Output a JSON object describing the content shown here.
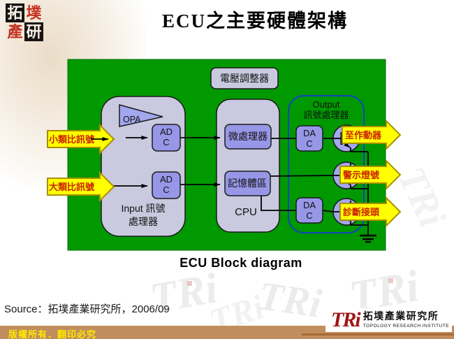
{
  "slide": {
    "title": "ECU之主要硬體架構",
    "caption": "ECU Block diagram",
    "source": "Source：拓墣產業研究所，2006/09",
    "copyright": "版權所有．翻印必究"
  },
  "corner_logo": {
    "chars": [
      "拓",
      "墣",
      "產",
      "研"
    ]
  },
  "diagram": {
    "voltage_regulator": "電壓調整器",
    "input_processor_line1": "Input 訊號",
    "input_processor_line2": "處理器",
    "opa_label": "OPA",
    "adc_line1": "AD",
    "adc_line2": "C",
    "dac_line1": "DA",
    "dac_line2": "C",
    "microprocessor": "微處理器",
    "memory": "記憶體區",
    "cpu_label": "CPU",
    "output_line1": "Output",
    "output_line2": "訊號處理器",
    "input_arrows": [
      "小類比訊號",
      "大類比訊號"
    ],
    "output_arrows": [
      "至作動器",
      "警示燈號",
      "診斷接頭"
    ]
  },
  "footer_logo": {
    "logotype": "TRi",
    "name_zh": "拓墣產業研究所",
    "name_en": "TOPOLOGY RESEARCH INSTITUTE"
  },
  "watermark": "TRi",
  "colors": {
    "diagram_green": "#009900",
    "panel_lavender": "#C9C9DF",
    "chip_purple": "#9797E8",
    "arrow_yellow": "#FFFF00",
    "arrow_border": "#A89000",
    "arrow_text_red": "#CC2200",
    "output_outline_blue": "#1144BB",
    "footer_bar_tan": "#C08E5E",
    "logo_red": "#A01515"
  }
}
